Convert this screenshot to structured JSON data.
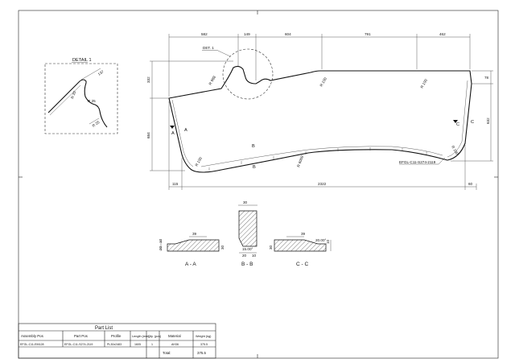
{
  "detail": {
    "label": "DETAIL 1",
    "ref_label": "DET. 1",
    "dims": [
      "137",
      "R 20",
      "R 25",
      "R 25"
    ]
  },
  "plate": {
    "top_dims": [
      "582",
      "149",
      "604",
      "791",
      "462"
    ],
    "left_dims": [
      "332",
      "684"
    ],
    "right_dims": [
      "78",
      "632"
    ],
    "bottom_dims": [
      "115",
      "2322",
      "60"
    ],
    "radii": [
      "R 988",
      "R 100",
      "R 100",
      "R 100",
      "R 100",
      "R 6009"
    ],
    "part_label": "EFGL-C11-S274-2119",
    "section_marks": [
      "A",
      "A",
      "B",
      "B",
      "C",
      "C"
    ]
  },
  "sections": {
    "aa": {
      "title": "A - A",
      "dims": [
        "39",
        "10",
        "20",
        "30"
      ]
    },
    "bb": {
      "title": "B - B",
      "dims": [
        "30",
        "15.00°",
        "20",
        "10"
      ]
    },
    "cc": {
      "title": "C - C",
      "dims": [
        "39",
        "20.00°",
        "10",
        "30"
      ]
    }
  },
  "part_list": {
    "title": "Part List",
    "headers": [
      "Assembly Pos",
      "Part Pos",
      "Profile",
      "Length (mm)",
      "Qty. (pcs)",
      "Material",
      "Weight (kg)"
    ],
    "rows": [
      [
        "EFGL-C11-EM128",
        "EFGL-C11-S274-2119",
        "PL30x2483",
        "1605",
        "1",
        "AH36",
        "375.5"
      ]
    ],
    "total_label": "Total:",
    "total_value": "375.5"
  }
}
